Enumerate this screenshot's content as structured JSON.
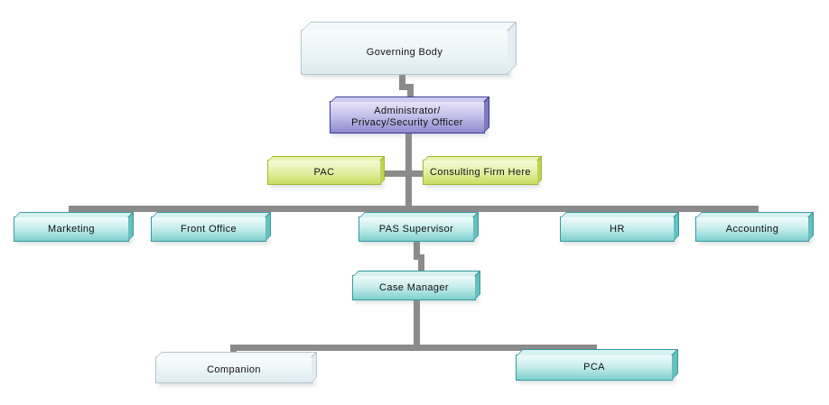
{
  "diagram": {
    "type": "org-chart",
    "background_color": "#ffffff",
    "connector_color": "#8b8b8b",
    "palette": {
      "light_blue_box": "#dcebf0",
      "purple_box": "#908ad0",
      "green_box": "#cadd62",
      "teal_box": "#7fd0d0",
      "text_color": "#111111"
    },
    "nodes": {
      "governing_body": {
        "label": "Governing Body",
        "style": "light-blue"
      },
      "administrator": {
        "label_line1": "Administrator/",
        "label_line2": "Privacy/Security Officer",
        "style": "purple"
      },
      "pac": {
        "label": "PAC",
        "style": "green"
      },
      "consulting_firm": {
        "label": "Consulting Firm Here",
        "style": "green"
      },
      "marketing": {
        "label": "Marketing",
        "style": "teal"
      },
      "front_office": {
        "label": "Front Office",
        "style": "teal"
      },
      "pas_supervisor": {
        "label": "PAS Supervisor",
        "style": "teal"
      },
      "hr": {
        "label": "HR",
        "style": "teal"
      },
      "accounting": {
        "label": "Accounting",
        "style": "teal"
      },
      "case_manager": {
        "label": "Case Manager",
        "style": "teal"
      },
      "companion": {
        "label": "Companion",
        "style": "light-blue"
      },
      "pca": {
        "label": "PCA",
        "style": "teal"
      }
    },
    "edges": [
      {
        "from": "governing_body",
        "to": "administrator"
      },
      {
        "from": "administrator",
        "to": "pac"
      },
      {
        "from": "administrator",
        "to": "consulting_firm"
      },
      {
        "from": "administrator",
        "to": "marketing"
      },
      {
        "from": "administrator",
        "to": "front_office"
      },
      {
        "from": "administrator",
        "to": "pas_supervisor"
      },
      {
        "from": "administrator",
        "to": "hr"
      },
      {
        "from": "administrator",
        "to": "accounting"
      },
      {
        "from": "pas_supervisor",
        "to": "case_manager"
      },
      {
        "from": "case_manager",
        "to": "companion"
      },
      {
        "from": "case_manager",
        "to": "pca"
      }
    ]
  }
}
